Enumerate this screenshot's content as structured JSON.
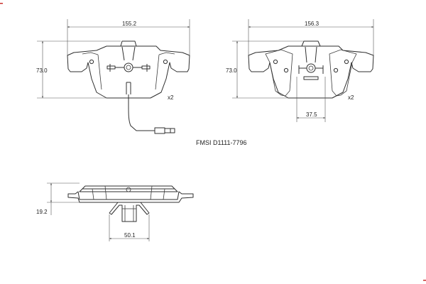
{
  "drawing": {
    "fmsi_label": "FMSI D1111-7796",
    "colors": {
      "line": "#2f2f2f",
      "dimension": "#555555",
      "edge_marker": "#c9302c"
    },
    "pad_left": {
      "width_label": "155.2",
      "height_label": "73.0",
      "quantity_label": "x2",
      "has_wear_sensor": true
    },
    "pad_right": {
      "width_label": "156.3",
      "height_label": "73.0",
      "quantity_label": "x2",
      "inner_dim_label": "37.5"
    },
    "side_view": {
      "thickness_label": "19.2",
      "clip_width_label": "50.1"
    }
  }
}
